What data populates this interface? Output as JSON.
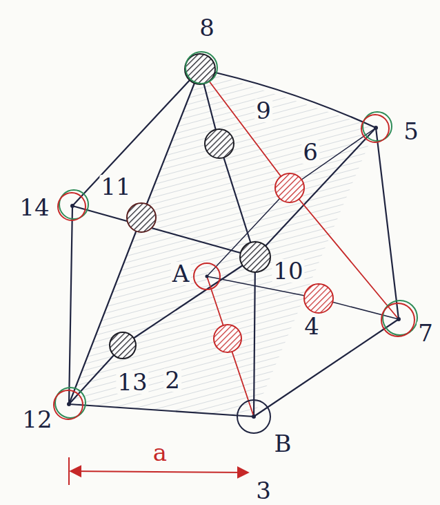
{
  "diagram": {
    "labels": [
      "8",
      "9",
      "5",
      "14",
      "11",
      "6",
      "A",
      "10",
      "4",
      "7",
      "13",
      "2",
      "12",
      "B",
      "a",
      "3"
    ]
  }
}
